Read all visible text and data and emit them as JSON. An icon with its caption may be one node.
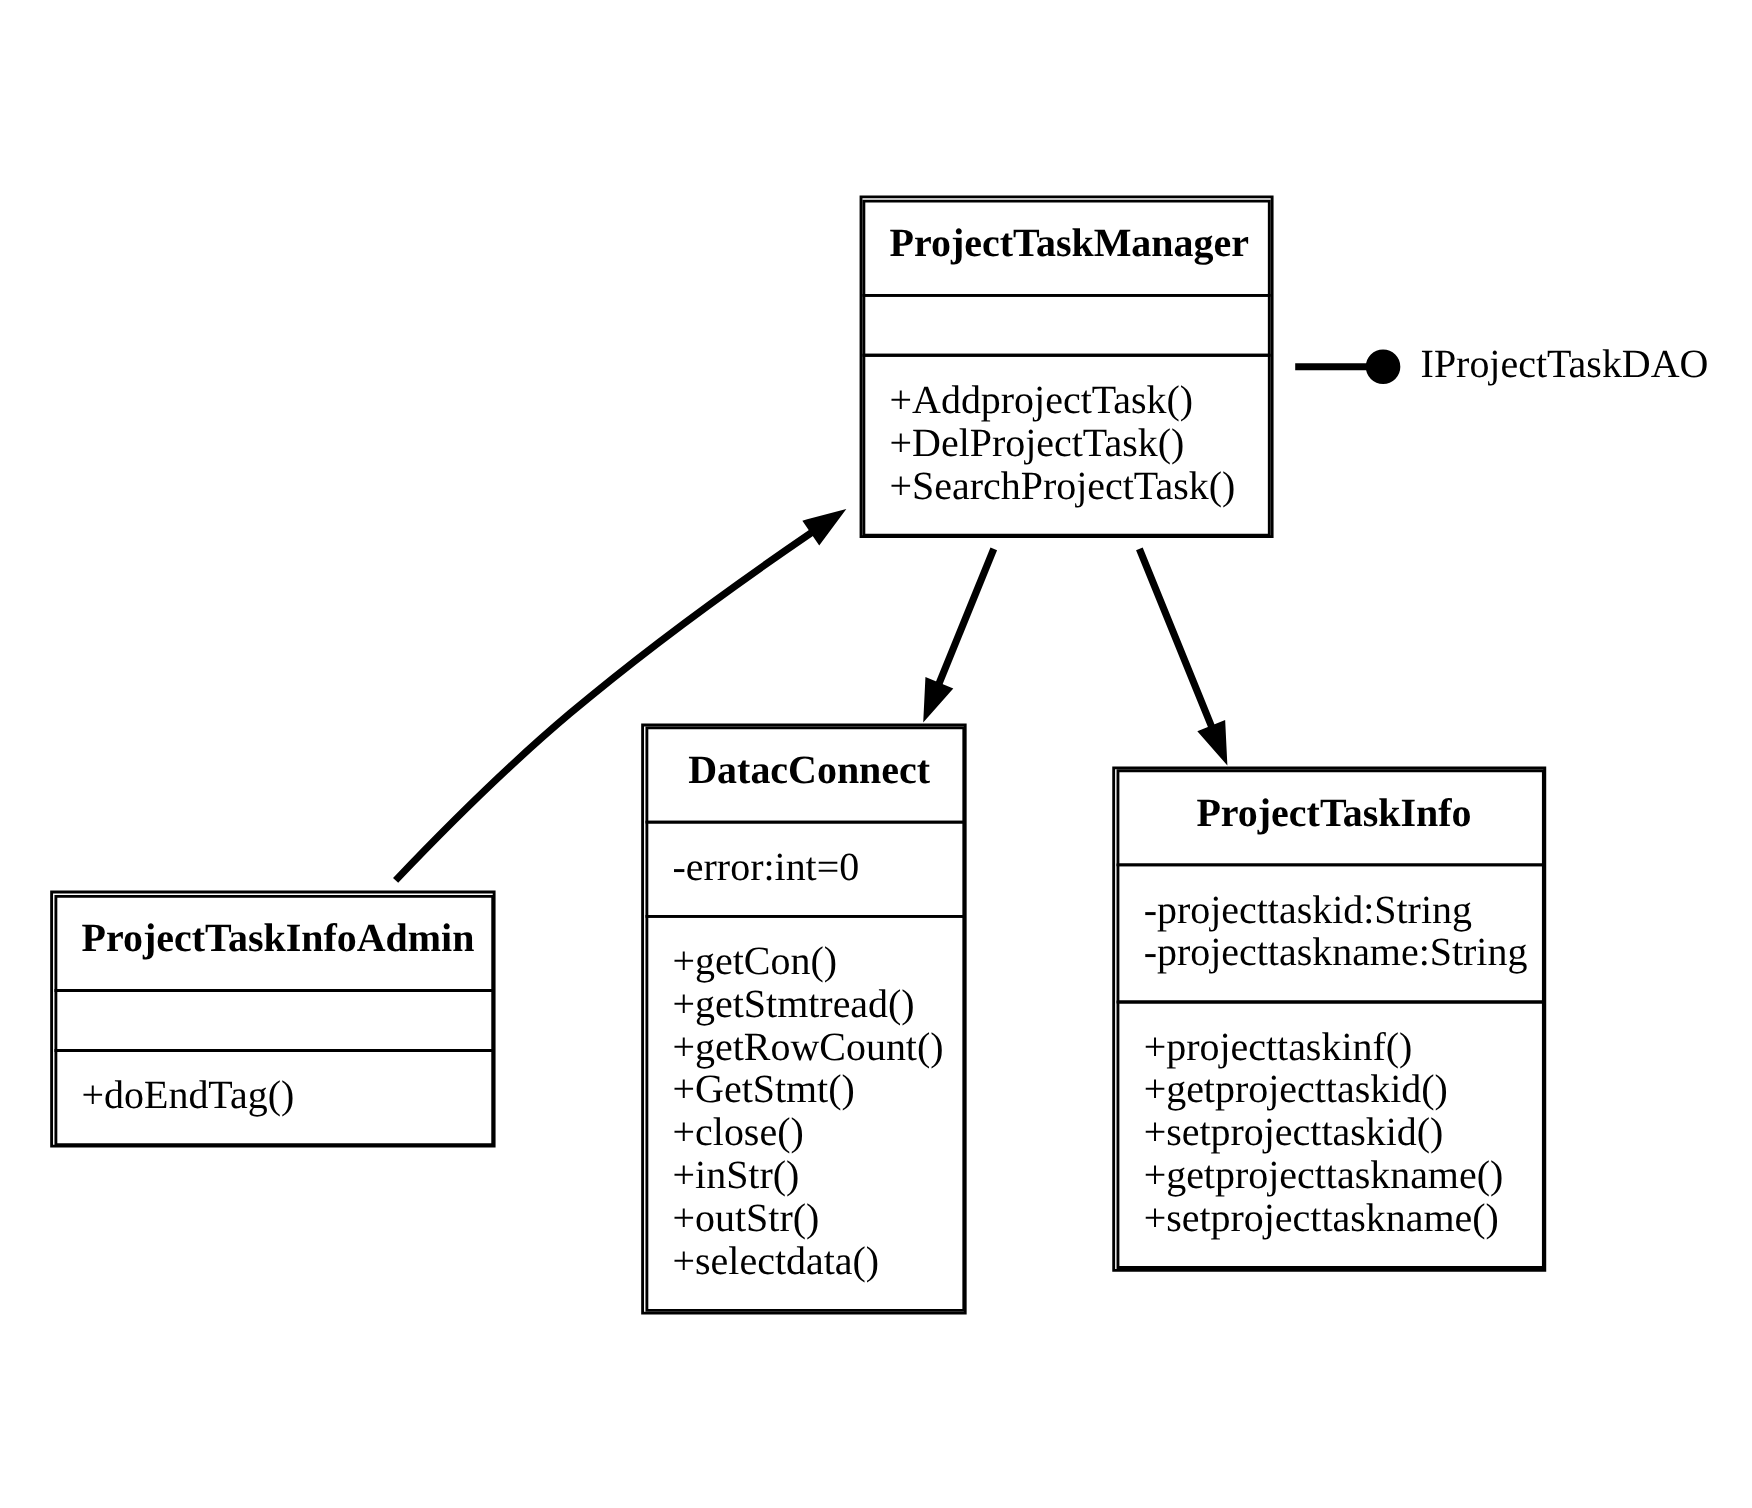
{
  "diagram": {
    "nodes": [
      {
        "text": [
          "ProjectTaskManager",
          "+AddprojectTask() +DelProjectTask() +SearchProjectTask()"
        ]
      },
      {
        "text": [
          "IProjectTaskDAO"
        ]
      },
      {
        "text": [
          "ProjectTaskInfoAdmin",
          "+doEndTag()"
        ]
      },
      {
        "text": [
          "DatacConnect",
          "-error:int=0",
          "+getCon() +getStmtread() +getRowCount() +GetStmt() +close() +inStr() +outStr() +selectdata()"
        ]
      },
      {
        "text": [
          "ProjectTaskInfo",
          "-projecttaskid:String -projecttaskname:String",
          "+projecttaskinf() +getprojecttaskid() +setprojecttaskid() +getprojecttaskname() +setprojecttaskname()"
        ]
      }
    ],
    "edges": [
      {
        "from": 0,
        "to": 1,
        "arrow": "other"
      },
      {
        "from": 2,
        "to": 0,
        "arrow": "to"
      },
      {
        "from": 0,
        "to": 3,
        "arrow": "to"
      },
      {
        "from": 0,
        "to": 4,
        "arrow": "to"
      }
    ]
  }
}
